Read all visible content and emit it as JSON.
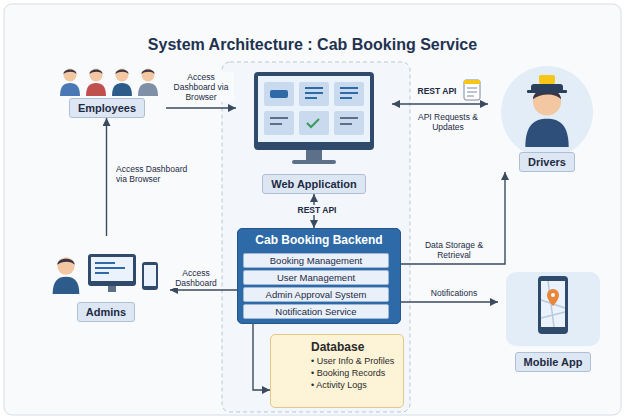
{
  "diagram": {
    "title": "System Architecture : Cab Booking Service",
    "nodes": [
      {
        "text": [
          "Employees"
        ]
      },
      {
        "text": [
          "Web Application"
        ]
      },
      {
        "text": [
          "Drivers"
        ]
      },
      {
        "text": [
          "Cab Booking Backend"
        ]
      },
      {
        "text": [
          "Booking Management"
        ],
        "in": 3
      },
      {
        "text": [
          "User Management"
        ],
        "in": 3
      },
      {
        "text": [
          "Admin Approval System"
        ],
        "in": 3
      },
      {
        "text": [
          "Notification Service"
        ],
        "in": 3
      },
      {
        "text": [
          "Database",
          "• User Info & Profiles",
          "• Booking Records",
          "• Activity Logs"
        ]
      },
      {
        "text": [
          "Admins"
        ]
      },
      {
        "text": [
          "Mobile App"
        ]
      }
    ],
    "edges": [
      {
        "from": 0,
        "to": 1,
        "label": "Access Dashboard via Browser",
        "arrow": "to"
      },
      {
        "from": 9,
        "to": 0,
        "label": "Access Dashboard via Browser",
        "arrow": "to"
      },
      {
        "from": 1,
        "to": 3,
        "label": "REST API",
        "arrow": "both"
      },
      {
        "from": 3,
        "to": 9,
        "label": "Access Dashboard",
        "arrow": "to"
      },
      {
        "from": 2,
        "to": 1,
        "label": "REST API",
        "arrow": "both"
      },
      {
        "from": 3,
        "to": 2,
        "label": "Data Storage & Retrieval",
        "arrow": "to"
      },
      {
        "from": 3,
        "to": 10,
        "label": "Notifications",
        "arrow": "to"
      },
      {
        "from": 3,
        "to": 8,
        "arrow": "to"
      }
    ],
    "labels": [
      "API Requests & Updates"
    ]
  }
}
